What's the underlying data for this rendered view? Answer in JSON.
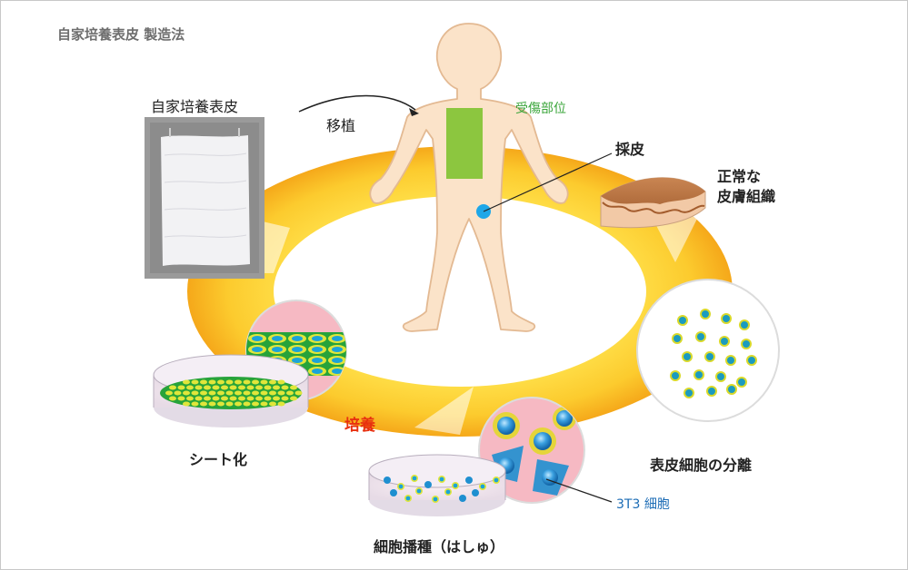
{
  "title": "自家培養表皮 製造法",
  "labels": {
    "graft": "自家培養表皮",
    "transplant": "移植",
    "wound_site": "受傷部位",
    "harvest": "採皮",
    "normal_skin": [
      "正常な",
      "皮膚組織"
    ],
    "separation": "表皮細胞の分離",
    "culture": "培養",
    "seeding": "細胞播種（はしゅ）",
    "sheet": "シート化",
    "cell_3t3": "3T3 細胞"
  },
  "colors": {
    "ring_outer": "#f5b21b",
    "ring_inner": "#ffe04a",
    "culture_text": "#e8300f",
    "wound": "#8cc63f",
    "wound_text": "#3aa53a",
    "cell_label": "#1a6bb5",
    "body_fill": "#fbe3c9",
    "body_stroke": "#e3b992"
  }
}
